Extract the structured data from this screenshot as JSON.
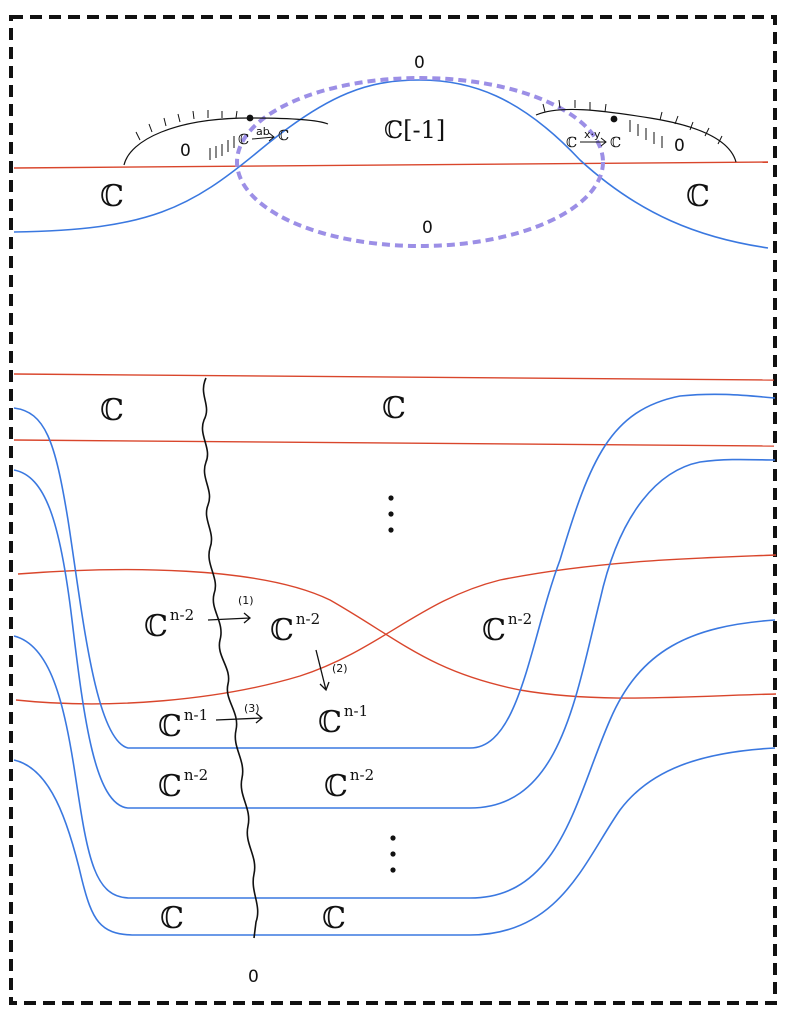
{
  "colors": {
    "frame": "#111111",
    "red_curve": "#d9462c",
    "blue_curve": "#3a78e0",
    "ellipse": "#9c8fe6",
    "ink": "#111111"
  },
  "top": {
    "zero_top": "0",
    "zero_inner": "0",
    "zero_left_bump": "0",
    "zero_right_bump": "0",
    "c_left": "ℂ",
    "c_right": "ℂ",
    "c_shift": "ℂ[-1]",
    "left_map": {
      "from": "ℂ",
      "label": "ab",
      "to": "ℂ"
    },
    "right_map": {
      "from": "ℂ",
      "label": "x·y",
      "to": "ℂ"
    }
  },
  "bottom": {
    "c_top_left": "ℂ",
    "c_top_mid": "ℂ",
    "labels": [
      {
        "id": "r1-left",
        "base": "ℂ",
        "sup": "n-2"
      },
      {
        "id": "r1-mid",
        "base": "ℂ",
        "sup": "n-2"
      },
      {
        "id": "r1-right",
        "base": "ℂ",
        "sup": "n-2"
      },
      {
        "id": "r2-left",
        "base": "ℂ",
        "sup": "n-1"
      },
      {
        "id": "r2-mid",
        "base": "ℂ",
        "sup": "n-1"
      },
      {
        "id": "r3-left",
        "base": "ℂ",
        "sup": "n-2"
      },
      {
        "id": "r3-mid",
        "base": "ℂ",
        "sup": "n-2"
      }
    ],
    "arrow1": "(1)",
    "arrow2": "(2)",
    "arrow3": "(3)",
    "c_bottom_left": "ℂ",
    "c_bottom_mid": "ℂ",
    "zero_bottom": "0"
  }
}
